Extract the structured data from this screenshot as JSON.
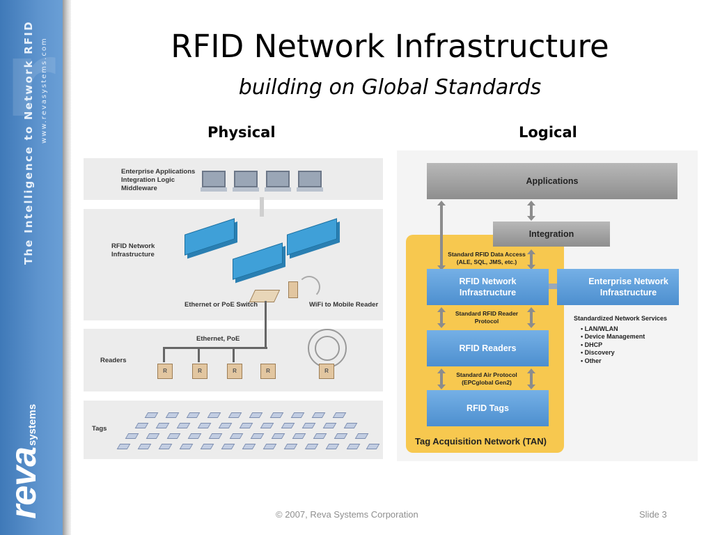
{
  "sidebar": {
    "tagline": "The Intelligence to Network RFID",
    "url": "www.revasystems.com",
    "logo_word": "reva",
    "logo_sub": "systems"
  },
  "slide": {
    "title": "RFID Network Infrastructure",
    "subtitle": "building on Global Standards"
  },
  "physical": {
    "heading": "Physical",
    "layer_enterprise": [
      "Enterprise Applications",
      "Integration Logic",
      "Middleware"
    ],
    "layer_network": [
      "RFID Network",
      "Infrastructure"
    ],
    "switch_label": "Ethernet or PoE Switch",
    "wifi_label": "WiFi to Mobile Reader",
    "ethernet_label": "Ethernet, PoE",
    "readers_label": "Readers",
    "reader_mark": "R",
    "tags_label": "Tags"
  },
  "logical": {
    "heading": "Logical",
    "applications": "Applications",
    "integration": "Integration",
    "data_access": [
      "Standard RFID Data Access",
      "(ALE, SQL, JMS, etc.)"
    ],
    "network_infra": [
      "RFID Network",
      "Infrastructure"
    ],
    "enterprise_network": [
      "Enterprise Network",
      "Infrastructure"
    ],
    "reader_protocol": [
      "Standard RFID Reader",
      "Protocol"
    ],
    "rfid_readers": "RFID Readers",
    "air_protocol": [
      "Standard Air Protocol",
      "(EPCglobal Gen2)"
    ],
    "rfid_tags": "RFID Tags",
    "tan": "Tag Acquisition Network (TAN)",
    "services_title": "Standardized Network Services",
    "services": [
      "LAN/WLAN",
      "Device Management",
      "DHCP",
      "Discovery",
      "Other"
    ]
  },
  "footer": {
    "copyright": "© 2007, Reva Systems Corporation",
    "slide_number": "Slide 3"
  },
  "colors": {
    "sidebar_blue": "#4f88c6",
    "box_blue": "#5a9ad8",
    "tan_yellow": "#f7c84f",
    "gray_box": "#a3a3a3"
  }
}
